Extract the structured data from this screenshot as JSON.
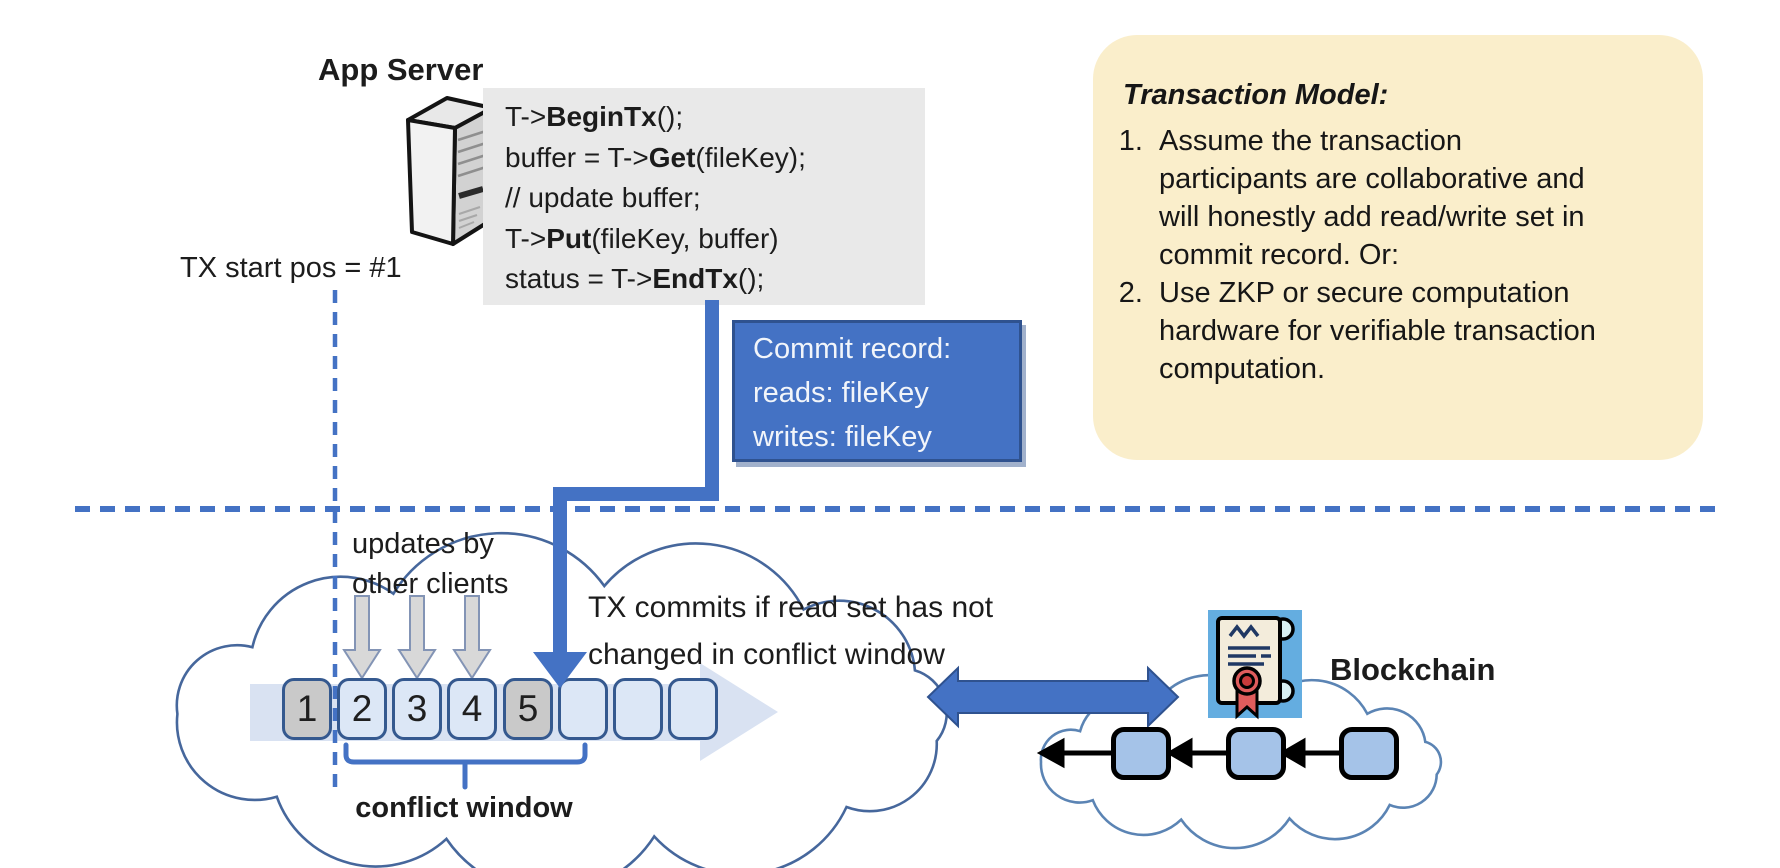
{
  "colors": {
    "accent_blue": "#4472C4",
    "accent_blue_dark": "#2F528F",
    "panel_yellow": "#FAEECB",
    "code_bg": "#E9E9E9",
    "ledger_block_light": "#DCE7F6",
    "ledger_block_gray": "#C9C9C9",
    "ledger_block_border": "#35598F",
    "chain_block_fill": "#A5C3E8",
    "band_fill": "#D9E2F2",
    "cloud_stroke": "#46679C",
    "certificate_bg": "#64ADE0"
  },
  "app_server": {
    "label": "App Server"
  },
  "code": {
    "lines": [
      {
        "pre": "T->",
        "bold": "BeginTx",
        "post": "();"
      },
      {
        "pre": "buffer = T->",
        "bold": "Get",
        "post": "(fileKey);"
      },
      {
        "pre": "// update buffer;",
        "bold": "",
        "post": ""
      },
      {
        "pre": "T->",
        "bold": "Put",
        "post": "(fileKey, buffer)"
      },
      {
        "pre": "status = T->",
        "bold": "EndTx",
        "post": "();"
      }
    ]
  },
  "tx_start": {
    "label": "TX start pos = #1"
  },
  "commit_record": {
    "lines": [
      "Commit record:",
      "reads: fileKey",
      "writes: fileKey"
    ]
  },
  "transaction_model": {
    "title": "Transaction Model:",
    "items": [
      "Assume the transaction participants are collaborative and will honestly add read/write set in commit record.  Or:",
      "Use ZKP or secure computation hardware for verifiable transaction computation."
    ]
  },
  "ledger": {
    "updates_label_lines": [
      "updates by",
      "other clients"
    ],
    "commit_note_lines": [
      "TX commits if read set has not",
      "changed in conflict window"
    ],
    "blocks": [
      "1",
      "2",
      "3",
      "4",
      "5",
      "",
      "",
      ""
    ],
    "conflict_window_label": "conflict window"
  },
  "blockchain": {
    "label": "Blockchain"
  },
  "icons": {
    "server": "server-tower-icon",
    "certificate": "certificate-scroll-icon"
  }
}
